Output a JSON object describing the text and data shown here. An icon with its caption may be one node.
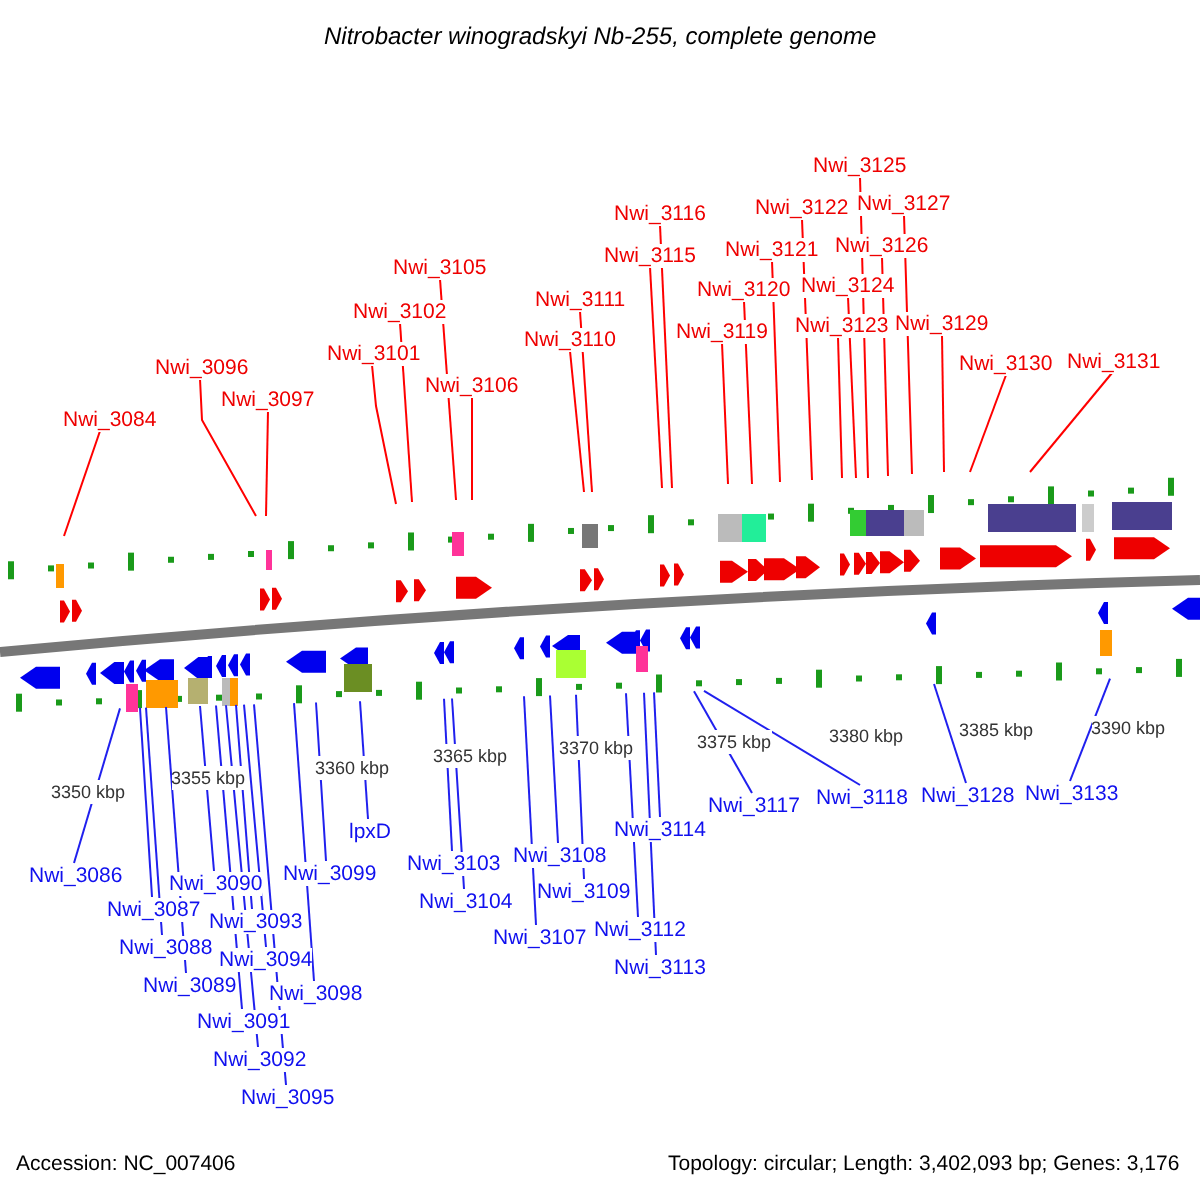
{
  "diagram": {
    "title": "Nitrobacter winogradskyi Nb-255, complete genome",
    "nodes": [
      {
        "text": [
          "Nwi_3084"
        ]
      },
      {
        "text": [
          "Nwi_3096"
        ]
      },
      {
        "text": [
          "Nwi_3097"
        ]
      },
      {
        "text": [
          "Nwi_3101"
        ]
      },
      {
        "text": [
          "Nwi_3102"
        ]
      },
      {
        "text": [
          "Nwi_3105"
        ]
      },
      {
        "text": [
          "Nwi_3106"
        ]
      },
      {
        "text": [
          "Nwi_3111"
        ]
      },
      {
        "text": [
          "Nwi_3110"
        ]
      },
      {
        "text": [
          "Nwi_3116"
        ]
      },
      {
        "text": [
          "Nwi_3115"
        ]
      },
      {
        "text": [
          "Nwi_3119"
        ]
      },
      {
        "text": [
          "Nwi_3120"
        ]
      },
      {
        "text": [
          "Nwi_3121"
        ]
      },
      {
        "text": [
          "Nwi_3122"
        ]
      },
      {
        "text": [
          "Nwi_3125"
        ]
      },
      {
        "text": [
          "Nwi_3127"
        ]
      },
      {
        "text": [
          "Nwi_3126"
        ]
      },
      {
        "text": [
          "Nwi_3124"
        ]
      },
      {
        "text": [
          "Nwi_3123"
        ]
      },
      {
        "text": [
          "Nwi_3129"
        ]
      },
      {
        "text": [
          "Nwi_3130"
        ]
      },
      {
        "text": [
          "Nwi_3131"
        ]
      },
      {
        "text": [
          "Nwi_3086"
        ]
      },
      {
        "text": [
          "Nwi_3087"
        ]
      },
      {
        "text": [
          "Nwi_3088"
        ]
      },
      {
        "text": [
          "Nwi_3089"
        ]
      },
      {
        "text": [
          "Nwi_3090"
        ]
      },
      {
        "text": [
          "Nwi_3091"
        ]
      },
      {
        "text": [
          "Nwi_3092"
        ]
      },
      {
        "text": [
          "Nwi_3093"
        ]
      },
      {
        "text": [
          "Nwi_3094"
        ]
      },
      {
        "text": [
          "Nwi_3095"
        ]
      },
      {
        "text": [
          "Nwi_3098"
        ]
      },
      {
        "text": [
          "Nwi_3099"
        ]
      },
      {
        "text": [
          "lpxD"
        ]
      },
      {
        "text": [
          "Nwi_3103"
        ]
      },
      {
        "text": [
          "Nwi_3104"
        ]
      },
      {
        "text": [
          "Nwi_3107"
        ]
      },
      {
        "text": [
          "Nwi_3108"
        ]
      },
      {
        "text": [
          "Nwi_3109"
        ]
      },
      {
        "text": [
          "Nwi_3112"
        ]
      },
      {
        "text": [
          "Nwi_3113"
        ]
      },
      {
        "text": [
          "Nwi_3114"
        ]
      },
      {
        "text": [
          "Nwi_3117"
        ]
      },
      {
        "text": [
          "Nwi_3118"
        ]
      },
      {
        "text": [
          "Nwi_3128"
        ]
      },
      {
        "text": [
          "Nwi_3133"
        ]
      }
    ],
    "edges": [
      {
        "from": 0,
        "to": null,
        "arrow": "none",
        "color": "#ff0000"
      },
      {
        "from": 1,
        "to": null,
        "arrow": "none",
        "color": "#ff0000"
      },
      {
        "from": 2,
        "to": null,
        "arrow": "none",
        "color": "#ff0000"
      },
      {
        "from": 3,
        "to": null,
        "arrow": "none",
        "color": "#ff0000"
      },
      {
        "from": 4,
        "to": null,
        "arrow": "none",
        "color": "#ff0000"
      },
      {
        "from": 5,
        "to": null,
        "arrow": "none",
        "color": "#ff0000"
      },
      {
        "from": 6,
        "to": null,
        "arrow": "none",
        "color": "#ff0000"
      },
      {
        "from": 7,
        "to": null,
        "arrow": "none",
        "color": "#ff0000"
      },
      {
        "from": 8,
        "to": null,
        "arrow": "none",
        "color": "#ff0000"
      },
      {
        "from": 9,
        "to": null,
        "arrow": "none",
        "color": "#ff0000"
      },
      {
        "from": 10,
        "to": null,
        "arrow": "none",
        "color": "#ff0000"
      },
      {
        "from": 11,
        "to": null,
        "arrow": "none",
        "color": "#ff0000"
      },
      {
        "from": 12,
        "to": null,
        "arrow": "none",
        "color": "#ff0000"
      },
      {
        "from": 13,
        "to": null,
        "arrow": "none",
        "color": "#ff0000"
      },
      {
        "from": 14,
        "to": null,
        "arrow": "none",
        "color": "#ff0000"
      },
      {
        "from": 15,
        "to": null,
        "arrow": "none",
        "color": "#ff0000"
      },
      {
        "from": 16,
        "to": null,
        "arrow": "none",
        "color": "#ff0000"
      },
      {
        "from": 17,
        "to": null,
        "arrow": "none",
        "color": "#ff0000"
      },
      {
        "from": 18,
        "to": null,
        "arrow": "none",
        "color": "#ff0000"
      },
      {
        "from": 19,
        "to": null,
        "arrow": "none",
        "color": "#ff0000"
      },
      {
        "from": 20,
        "to": null,
        "arrow": "none",
        "color": "#ff0000"
      },
      {
        "from": 21,
        "to": null,
        "arrow": "none",
        "color": "#ff0000"
      },
      {
        "from": 22,
        "to": null,
        "arrow": "none",
        "color": "#ff0000"
      },
      {
        "from": 23,
        "to": null,
        "arrow": "none"
      },
      {
        "from": 24,
        "to": null,
        "arrow": "none"
      },
      {
        "from": 25,
        "to": null,
        "arrow": "none"
      },
      {
        "from": 26,
        "to": null,
        "arrow": "none"
      },
      {
        "from": 27,
        "to": null,
        "arrow": "none"
      },
      {
        "from": 28,
        "to": null,
        "arrow": "none"
      },
      {
        "from": 29,
        "to": null,
        "arrow": "none"
      },
      {
        "from": 30,
        "to": null,
        "arrow": "none"
      },
      {
        "from": 31,
        "to": null,
        "arrow": "none"
      },
      {
        "from": 32,
        "to": null,
        "arrow": "none"
      },
      {
        "from": 33,
        "to": null,
        "arrow": "none"
      },
      {
        "from": 34,
        "to": null,
        "arrow": "none"
      },
      {
        "from": 35,
        "to": null,
        "arrow": "none"
      },
      {
        "from": 36,
        "to": null,
        "arrow": "none"
      },
      {
        "from": 37,
        "to": null,
        "arrow": "none"
      },
      {
        "from": 38,
        "to": null,
        "arrow": "none"
      },
      {
        "from": 39,
        "to": null,
        "arrow": "none"
      },
      {
        "from": 40,
        "to": null,
        "arrow": "none"
      },
      {
        "from": 41,
        "to": null,
        "arrow": "none"
      },
      {
        "from": 42,
        "to": null,
        "arrow": "none"
      },
      {
        "from": 43,
        "to": null,
        "arrow": "none"
      },
      {
        "from": 44,
        "to": null,
        "arrow": "none"
      },
      {
        "from": 45,
        "to": null,
        "arrow": "none"
      },
      {
        "from": 46,
        "to": null,
        "arrow": "none"
      },
      {
        "from": 47,
        "to": null,
        "arrow": "none"
      }
    ],
    "labels": [
      "3350 kbp",
      "3355 kbp",
      "3360 kbp",
      "3365 kbp",
      "3370 kbp",
      "3375 kbp",
      "3380 kbp",
      "3385 kbp",
      "3390 kbp",
      "Accession: NC_007406",
      "Topology: circular; Length: 3,402,093 bp; Genes: 3,176"
    ]
  }
}
